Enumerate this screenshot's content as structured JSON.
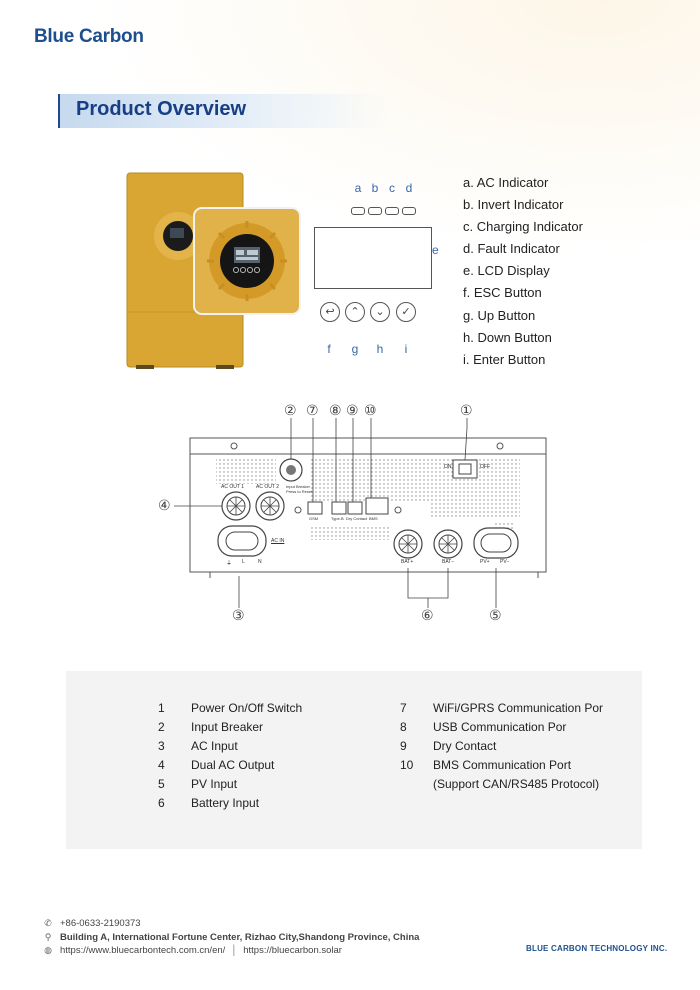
{
  "brand": {
    "logo": "Blue Carbon",
    "company": "BLUE CARBON TECHNOLOGY INC."
  },
  "section_title": "Product Overview",
  "panel": {
    "indicator_letters": [
      "a",
      "b",
      "c",
      "d"
    ],
    "lcd_letter": "e",
    "button_letters": [
      "f",
      "g",
      "h",
      "i"
    ]
  },
  "legend": [
    "a. AC Indicator",
    "b. Invert Indicator",
    "c. Charging Indicator",
    "d. Fault Indicator",
    "e. LCD Display",
    "f. ESC Button",
    "g. Up Button",
    "h. Down Button",
    "i. Enter Button"
  ],
  "rear": {
    "callouts": [
      "②",
      "⑦",
      "⑧",
      "⑨",
      "⑩",
      "①",
      "④",
      "③",
      "⑥",
      "⑤"
    ],
    "labels": {
      "on": "ON",
      "off": "OFF",
      "ac_out_1": "AC OUT 1",
      "ac_out_2": "AC OUT 2",
      "breaker": "Input Breaker",
      "breaker_sub": "Press to Reset",
      "wifi": "GSM",
      "usb": "Type-B",
      "dry": "Dry Contact",
      "bms": "BMS",
      "ac_in": "AC IN",
      "ground": "⏚",
      "l": "L",
      "n": "N",
      "bat_plus": "BAT+",
      "bat_minus": "BAT−",
      "pv_plus": "PV+",
      "pv_minus": "PV−"
    }
  },
  "table": {
    "left": [
      {
        "num": "1",
        "text": "Power On/Off Switch"
      },
      {
        "num": "2",
        "text": "Input Breaker"
      },
      {
        "num": "3",
        "text": "AC Input"
      },
      {
        "num": "4",
        "text": "Dual AC Output"
      },
      {
        "num": "5",
        "text": "PV Input"
      },
      {
        "num": "6",
        "text": "Battery Input"
      }
    ],
    "right": [
      {
        "num": "7",
        "text": "WiFi/GPRS Communication Por"
      },
      {
        "num": "8",
        "text": "USB Communication Por"
      },
      {
        "num": "9",
        "text": "Dry Contact"
      },
      {
        "num": "10",
        "text": "BMS Communication Port"
      },
      {
        "num": "",
        "text": "(Support CAN/RS485 Protocol)"
      }
    ]
  },
  "footer": {
    "phone": "+86-0633-2190373",
    "address": "Building A, International Fortune Center,  Rizhao City,Shandong Province, China",
    "website_1": "https://www.bluecarbontech.com.cn/en/",
    "website_2": "https://bluecarbon.solar"
  },
  "colors": {
    "brand_blue": "#1d4f8f",
    "title_blue": "#183f86",
    "letter_blue": "#3a67a6",
    "product_yellow": "#d9a633",
    "table_bg": "#f3f3f3"
  },
  "icons": {
    "phone": "phone-icon",
    "address": "person-pin-icon",
    "web": "globe-icon"
  }
}
